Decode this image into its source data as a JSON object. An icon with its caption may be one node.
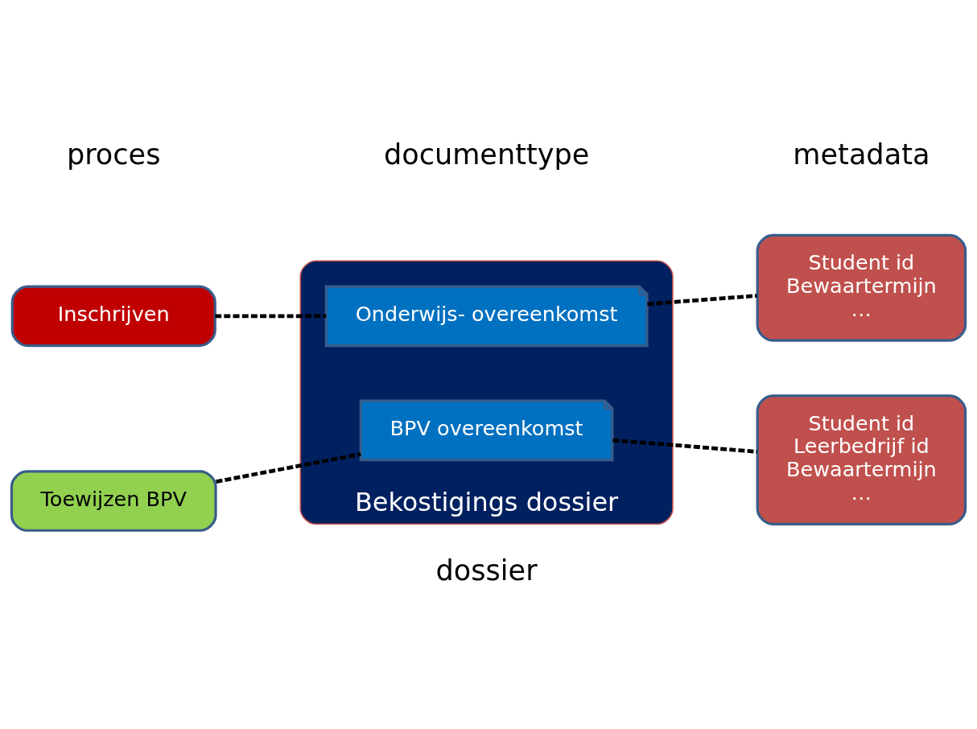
{
  "diagram": {
    "nodes": [
      {
        "text": [
          "Inschrijven"
        ]
      },
      {
        "text": [
          "Toewijzen BPV"
        ]
      },
      {
        "text": [
          "Bekostigings dossier"
        ]
      },
      {
        "text": [
          "Onderwijs- overeenkomst"
        ],
        "in": 2
      },
      {
        "text": [
          "BPV overeenkomst"
        ],
        "in": 2
      },
      {
        "text": [
          "Student id",
          "Bewaartermijn",
          "…"
        ]
      },
      {
        "text": [
          "Student id",
          "Leerbedrijf id",
          "Bewaartermijn",
          "…"
        ]
      }
    ],
    "edges": [
      {
        "from": 0,
        "to": 3,
        "arrow": "none",
        "style": "dashed"
      },
      {
        "from": 3,
        "to": 5,
        "arrow": "none",
        "style": "dashed"
      },
      {
        "from": 1,
        "to": 4,
        "arrow": "none",
        "style": "dashed"
      },
      {
        "from": 4,
        "to": 6,
        "arrow": "none",
        "style": "dashed"
      }
    ],
    "labels": [
      "proces",
      "documenttype",
      "metadata",
      "dossier"
    ]
  }
}
